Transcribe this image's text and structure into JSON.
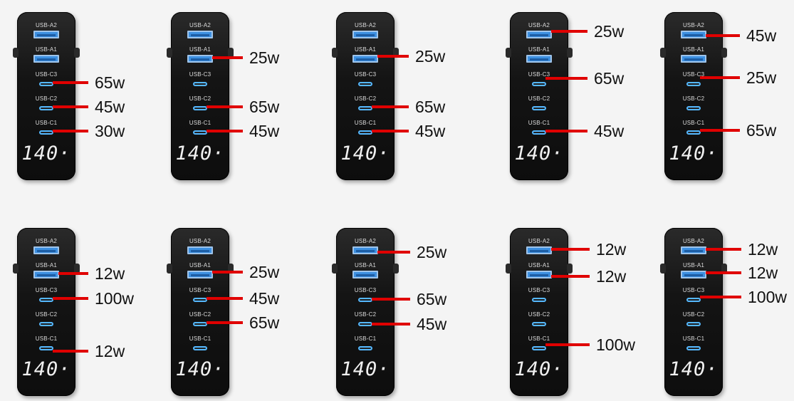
{
  "port_labels": [
    "USB-A2",
    "USB-A1",
    "USB-C3",
    "USB-C2",
    "USB-C1"
  ],
  "display_value": "140·",
  "units": [
    {
      "watts": [
        null,
        null,
        "65w",
        "45w",
        "30w"
      ]
    },
    {
      "watts": [
        null,
        "25w",
        null,
        "65w",
        "45w"
      ]
    },
    {
      "watts": [
        null,
        "25w",
        null,
        "65w",
        "45w"
      ]
    },
    {
      "watts": [
        "25w",
        null,
        "65w",
        null,
        "45w"
      ]
    },
    {
      "watts": [
        "45w",
        null,
        "25w",
        null,
        "65w"
      ]
    },
    {
      "watts": [
        null,
        "12w",
        "100w",
        null,
        "12w"
      ]
    },
    {
      "watts": [
        null,
        "25w",
        "45w",
        "65w",
        null
      ]
    },
    {
      "watts": [
        "25w",
        null,
        null,
        "65w",
        "45w"
      ]
    },
    {
      "watts": [
        "12w",
        "12w",
        null,
        null,
        "100w"
      ]
    },
    {
      "watts": [
        "12w",
        "12w",
        "100w",
        null,
        null
      ]
    }
  ],
  "colors": {
    "pointer": "#e00000",
    "usb_a": "#3c8fe0",
    "usb_c_ring": "#55b8ff"
  }
}
